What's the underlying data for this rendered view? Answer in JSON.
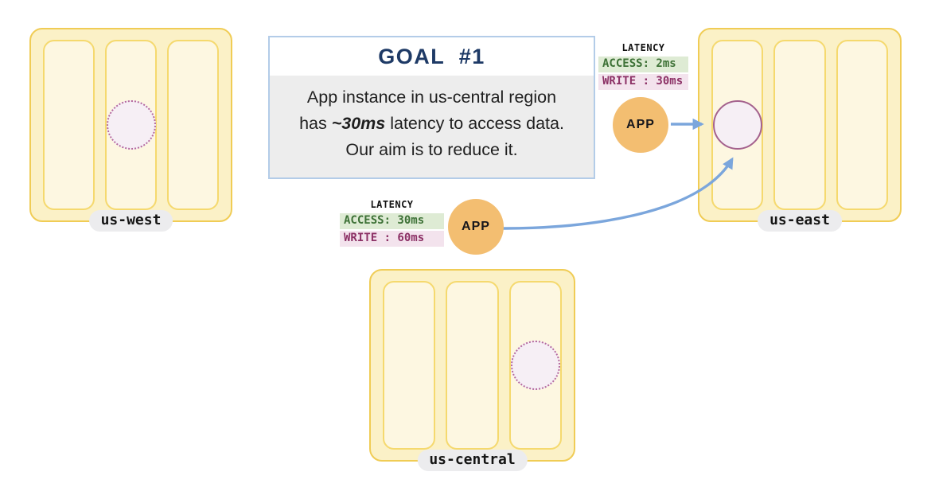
{
  "goal": {
    "title": "GOAL  #1",
    "body_line1": "App instance in us-central region",
    "body_line2_pre": "has ",
    "body_line2_highlight": "~30ms",
    "body_line2_post": " latency to access data.",
    "body_line3": "Our aim is to reduce it."
  },
  "regions": {
    "us_west": {
      "label": "us-west",
      "zone_count": 3,
      "replica_zone": 2,
      "replica_style": "dotted"
    },
    "us_east": {
      "label": "us-east",
      "zone_count": 3,
      "replica_zone": 1,
      "replica_style": "solid"
    },
    "us_central": {
      "label": "us-central",
      "zone_count": 3,
      "replica_zone": 3,
      "replica_style": "dotted"
    }
  },
  "apps": {
    "east": {
      "label": "APP"
    },
    "central": {
      "label": "APP"
    }
  },
  "latency_east": {
    "title": "LATENCY",
    "access": "ACCESS: 2ms",
    "write": "WRITE : 30ms"
  },
  "latency_central": {
    "title": "LATENCY",
    "access": "ACCESS: 30ms",
    "write": "WRITE : 60ms"
  },
  "icons": {
    "replica_dotted": "dotted-circle-placeholder",
    "replica_solid": "database-replica-circle",
    "arrow_straight": "access-arrow",
    "arrow_curved": "cross-region-access-arrow"
  },
  "colors": {
    "region_fill": "#FBF1C7",
    "region_border": "#F0CC55",
    "zone_fill": "#FDF7E1",
    "zone_border": "#F5D96E",
    "replica_fill": "#F6EFF5",
    "replica_border": "#A8639B",
    "app_fill": "#F3BE71",
    "arrow_blue": "#7BA6DC",
    "goal_title_text": "#1E3A66",
    "goal_border": "#B3CCE8",
    "goal_body_bg": "#EDEDED",
    "access_bg": "#DEEBD4",
    "access_text": "#3D7136",
    "write_bg": "#F3E3ED",
    "write_text": "#8C3166",
    "label_pill_bg": "#ECECEE"
  }
}
